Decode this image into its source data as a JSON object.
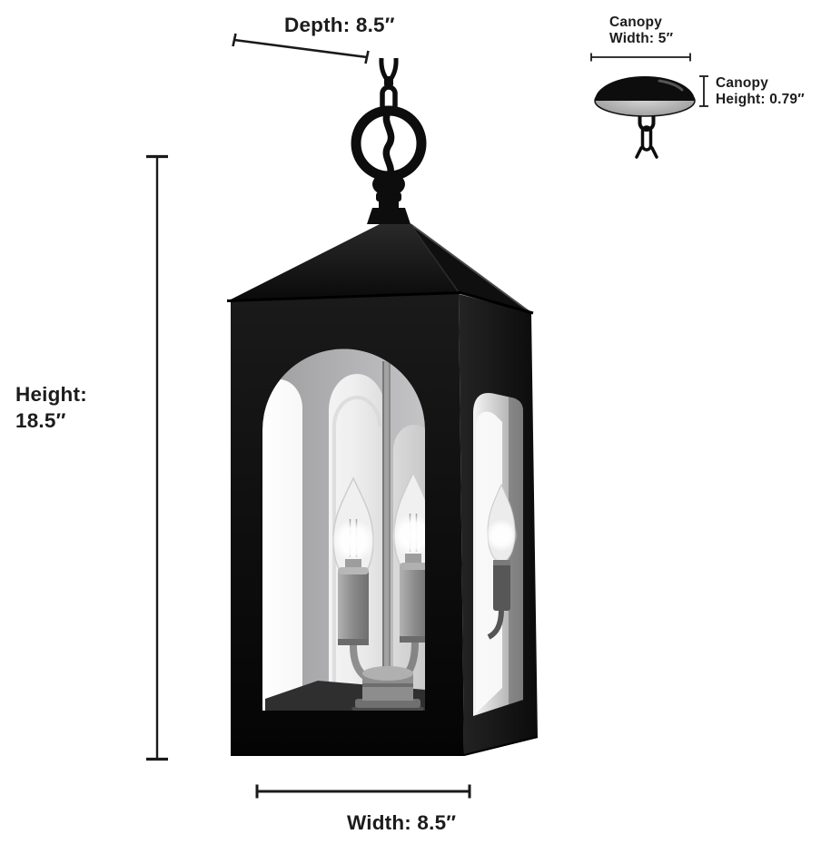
{
  "figure": {
    "type": "product-dimension-diagram",
    "subject": "two-light-hanging-lantern-pendant",
    "views": [
      "pendant-lantern-with-chain-and-ring",
      "ceiling-canopy-disk-with-chain"
    ]
  },
  "annotations": {
    "depth": {
      "label": "Depth: 8.5″"
    },
    "canopy_width": {
      "lines": [
        "Canopy",
        "Width: 5″"
      ]
    },
    "canopy_height": {
      "lines": [
        "Canopy",
        "Height: 0.79″"
      ]
    },
    "height": {
      "lines": [
        "Height:",
        "18.5″"
      ]
    },
    "width": {
      "label": "Width: 8.5″"
    }
  },
  "colors": {
    "background": "#ffffff",
    "fixture_black": "#0d0d0d",
    "dimension_line": "#1a1a1a",
    "text": "#1c1c1c",
    "glass_light": "#f0f0f0",
    "interior_gray": "#a8a8aa"
  }
}
